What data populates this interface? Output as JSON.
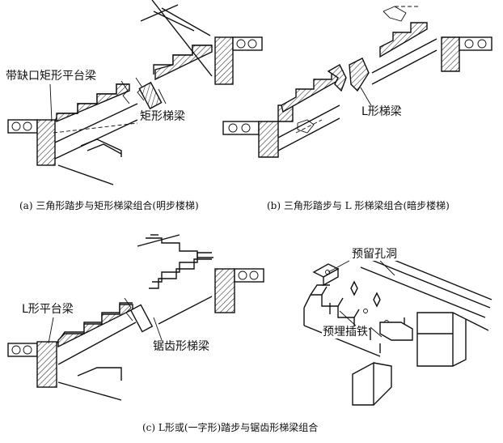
{
  "panel_a": {
    "label_platform_beam": "带缺口矩形平台梁",
    "label_stair_beam": "矩形梯梁",
    "caption": "(a) 三角形踏步与矩形梯梁组合(明步楼梯)"
  },
  "panel_b": {
    "label_stair_beam": "L形梯梁",
    "caption": "(b) 三角形踏步与 L 形梯梁组合(暗步楼梯)"
  },
  "panel_c": {
    "label_platform_beam": "L形平台梁",
    "label_stair_beam": "锯齿形梯梁",
    "label_reserved_hole": "预留孔洞",
    "label_embedded_iron": "预埋插铁",
    "caption": "(c) L形或(一字形)踏步与锯齿形梯梁组合"
  }
}
